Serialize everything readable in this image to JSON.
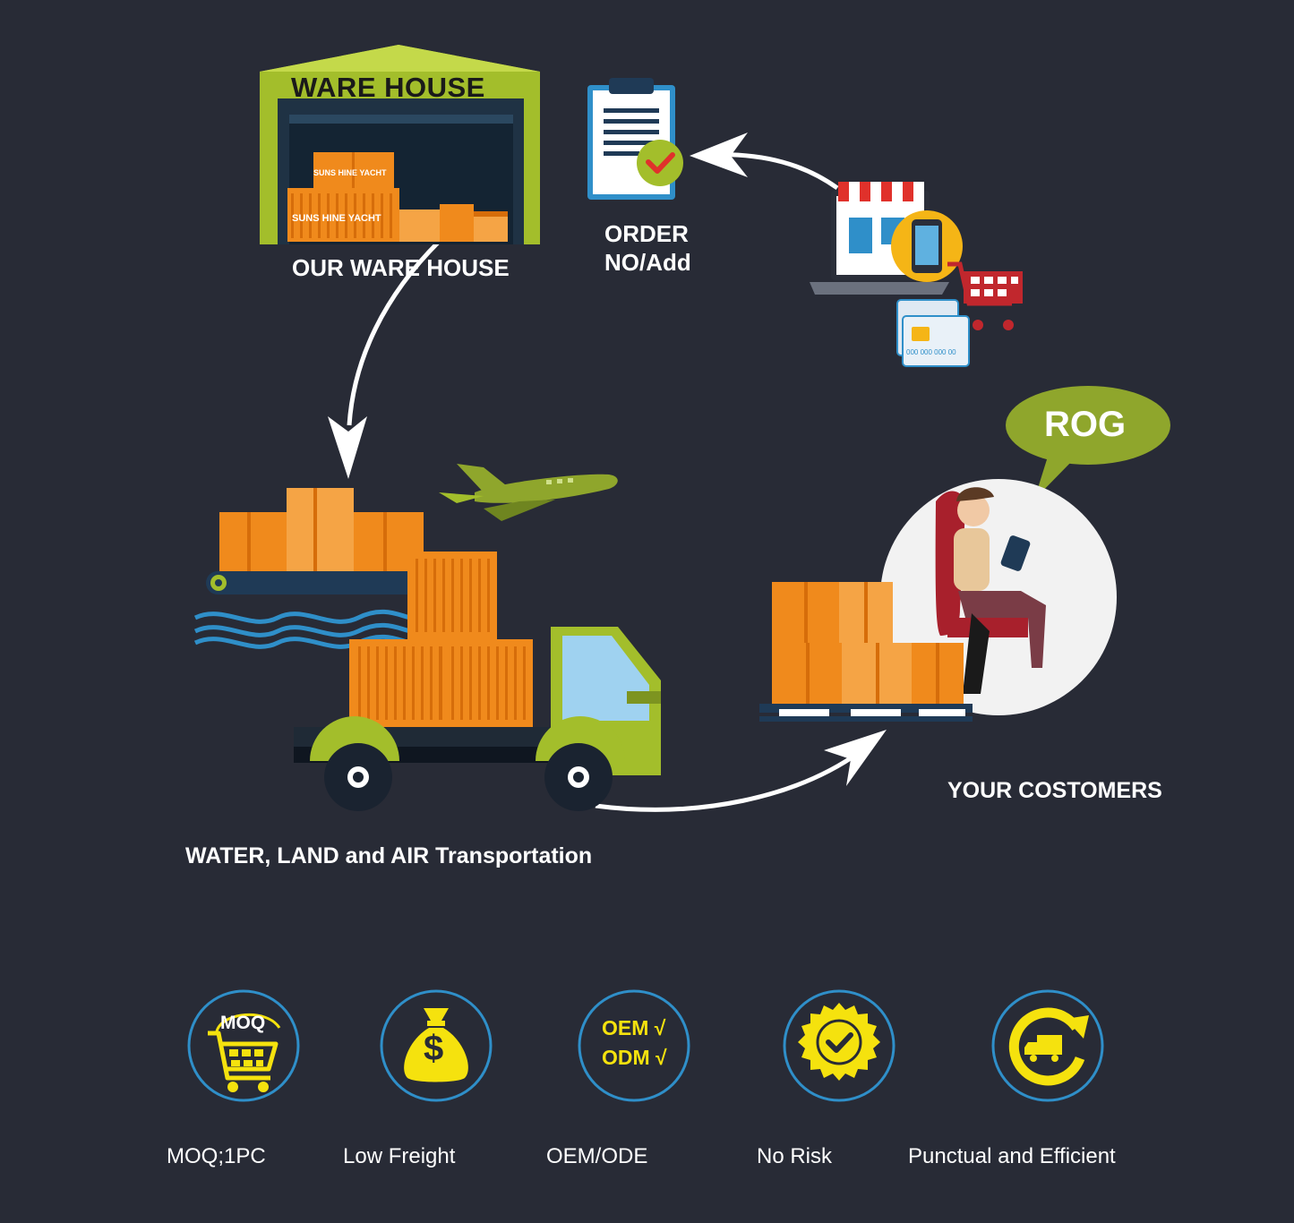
{
  "colors": {
    "background": "#282b36",
    "lime": "#a3be2b",
    "orange": "#f08a1c",
    "yellow": "#f5e20e",
    "ring_blue": "#2f8fc9",
    "speech_green": "#8fa62c"
  },
  "warehouse": {
    "roof_sign": "WARE HOUSE",
    "box_label_top": "SUNS HINE YACHT",
    "box_label_bottom": "SUNS HINE YACHT",
    "caption": "OUR WARE HOUSE"
  },
  "order": {
    "line1": "ORDER",
    "line2": "NO/Add"
  },
  "shop": {
    "card_number": "000 000 000 00"
  },
  "customer": {
    "speech": "ROG",
    "caption": "YOUR COSTOMERS"
  },
  "transport": {
    "caption": "WATER, LAND and AIR Transportation"
  },
  "features": [
    {
      "icon": "moq-cart-icon",
      "badge": "MOQ",
      "label": "MOQ;1PC"
    },
    {
      "icon": "money-bag-icon",
      "badge": "$",
      "label": "Low Freight"
    },
    {
      "icon": "oem-odm-icon",
      "badge_line1": "OEM √",
      "badge_line2": "ODM √",
      "label": "OEM/ODE"
    },
    {
      "icon": "seal-check-icon",
      "label": "No Risk"
    },
    {
      "icon": "truck-cycle-icon",
      "label": "Punctual and Efficient"
    }
  ]
}
